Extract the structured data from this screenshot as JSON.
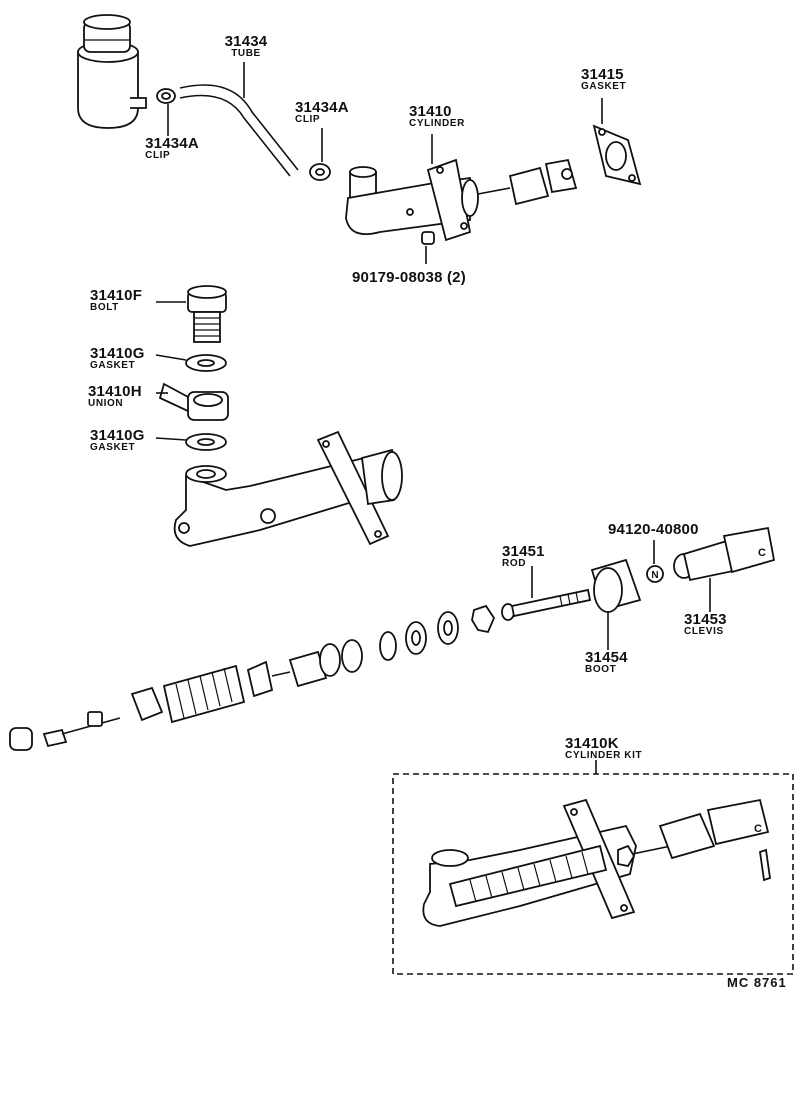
{
  "parts": {
    "p31434": {
      "number": "31434",
      "name": "TUBE"
    },
    "p31434a_left": {
      "number": "31434A",
      "name": "CLIP"
    },
    "p31434a_right": {
      "number": "31434A",
      "name": "CLIP"
    },
    "p31410": {
      "number": "31410",
      "name": "CYLINDER"
    },
    "p31415": {
      "number": "31415",
      "name": "GASKET"
    },
    "p90179": {
      "number": "90179-08038 (2)"
    },
    "p31410f": {
      "number": "31410F",
      "name": "BOLT"
    },
    "p31410g_top": {
      "number": "31410G",
      "name": "GASKET"
    },
    "p31410h": {
      "number": "31410H",
      "name": "UNION"
    },
    "p31410g_bottom": {
      "number": "31410G",
      "name": "GASKET"
    },
    "p94120": {
      "number": "94120-40800"
    },
    "p31451": {
      "number": "31451",
      "name": "ROD"
    },
    "p31453": {
      "number": "31453",
      "name": "CLEVIS"
    },
    "p31454": {
      "number": "31454",
      "name": "BOOT"
    },
    "p31410k": {
      "number": "31410K",
      "name": "CYLINDER KIT"
    }
  },
  "icons": {
    "nut_letter": "N",
    "clevis_letter": "C",
    "bolt_letter": "C"
  },
  "diagram_code": "MC  8761"
}
